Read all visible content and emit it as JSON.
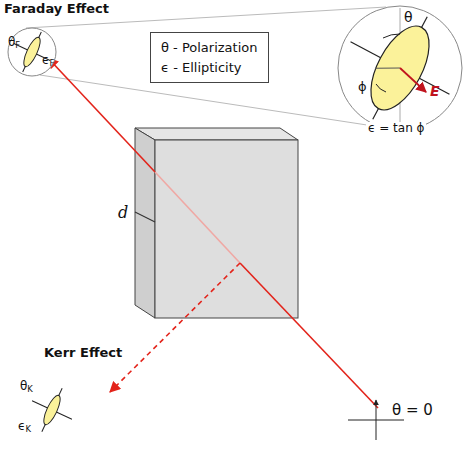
{
  "diagram": {
    "nodes": [
      {
        "text": [
          "θ - Polarization",
          "ϵ - Ellipticity"
        ]
      }
    ],
    "labels": [
      "Faraday Effect",
      "θF",
      "ϵF",
      "θ",
      "ϕ",
      "E",
      "ϵ = tan ϕ",
      "d",
      "Kerr Effect",
      "θK",
      "ϵK",
      "θ = 0"
    ]
  }
}
